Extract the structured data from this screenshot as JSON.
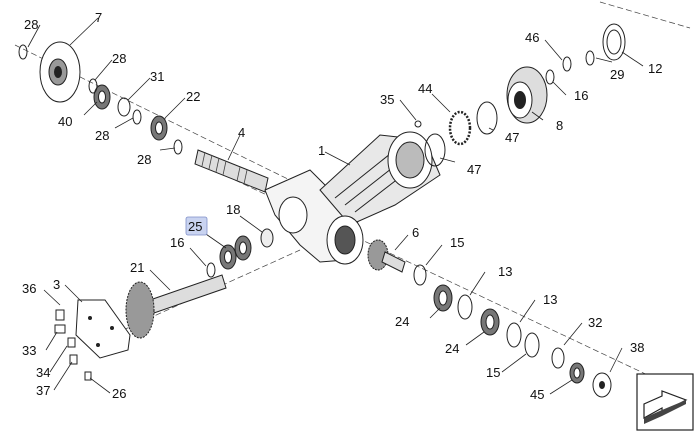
{
  "diagram": {
    "highlighted_callout": "25",
    "callouts": [
      {
        "id": "c28a",
        "text": "28"
      },
      {
        "id": "c7",
        "text": "7"
      },
      {
        "id": "c28b",
        "text": "28"
      },
      {
        "id": "c31",
        "text": "31"
      },
      {
        "id": "c40",
        "text": "40"
      },
      {
        "id": "c28c",
        "text": "28"
      },
      {
        "id": "c22",
        "text": "22"
      },
      {
        "id": "c4",
        "text": "4"
      },
      {
        "id": "c28d",
        "text": "28"
      },
      {
        "id": "c1",
        "text": "1"
      },
      {
        "id": "c35",
        "text": "35"
      },
      {
        "id": "c44",
        "text": "44"
      },
      {
        "id": "c46",
        "text": "46"
      },
      {
        "id": "c29",
        "text": "29"
      },
      {
        "id": "c12",
        "text": "12"
      },
      {
        "id": "c16a",
        "text": "16"
      },
      {
        "id": "c8",
        "text": "8"
      },
      {
        "id": "c47a",
        "text": "47"
      },
      {
        "id": "c47b",
        "text": "47"
      },
      {
        "id": "c18",
        "text": "18"
      },
      {
        "id": "c25",
        "text": "25"
      },
      {
        "id": "c16b",
        "text": "16"
      },
      {
        "id": "c6",
        "text": "6"
      },
      {
        "id": "c15a",
        "text": "15"
      },
      {
        "id": "c21",
        "text": "21"
      },
      {
        "id": "c13a",
        "text": "13"
      },
      {
        "id": "c36",
        "text": "36"
      },
      {
        "id": "c3",
        "text": "3"
      },
      {
        "id": "c13b",
        "text": "13"
      },
      {
        "id": "c24a",
        "text": "24"
      },
      {
        "id": "c32",
        "text": "32"
      },
      {
        "id": "c24b",
        "text": "24"
      },
      {
        "id": "c33",
        "text": "33"
      },
      {
        "id": "c38",
        "text": "38"
      },
      {
        "id": "c15b",
        "text": "15"
      },
      {
        "id": "c34",
        "text": "34"
      },
      {
        "id": "c37",
        "text": "37"
      },
      {
        "id": "c26",
        "text": "26"
      },
      {
        "id": "c45",
        "text": "45"
      }
    ]
  },
  "colors": {
    "ink": "#222222",
    "highlight": "#c9d3f0",
    "highlight_border": "#7f8fc8",
    "background": "#ffffff"
  },
  "nav": {
    "icon": "next-page-arrow-icon"
  }
}
